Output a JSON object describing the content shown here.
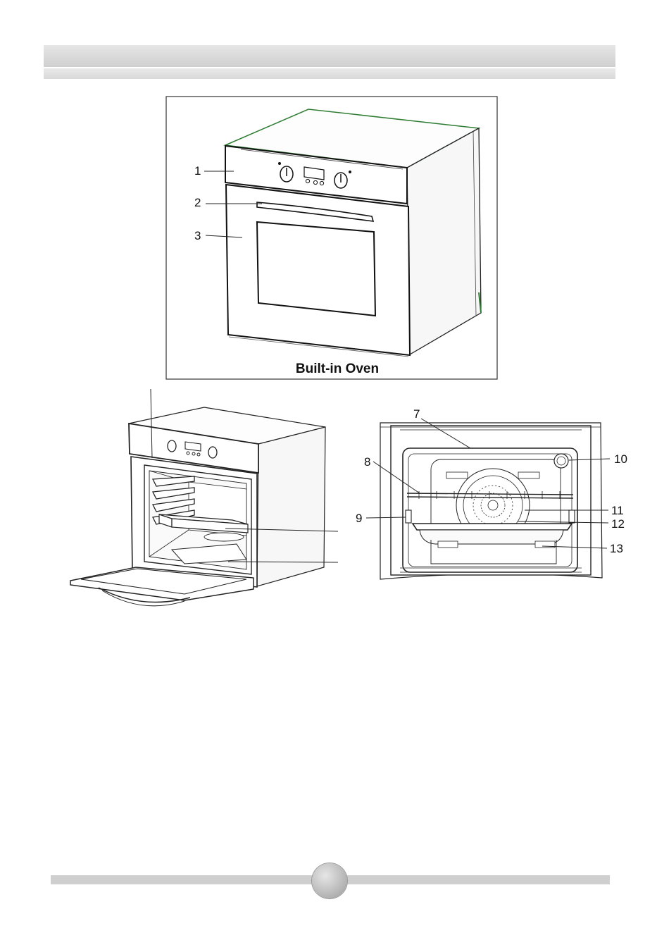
{
  "figure1": {
    "caption": "Built-in Oven",
    "labels": [
      "1",
      "2",
      "3"
    ]
  },
  "figure3": {
    "labels": [
      "7",
      "8",
      "9",
      "10",
      "11",
      "12",
      "13"
    ]
  },
  "colors": {
    "header": "#d6d6d6",
    "footer": "#cfcfcf",
    "oven_top_edge": "#2e7d32",
    "line": "#222222"
  }
}
